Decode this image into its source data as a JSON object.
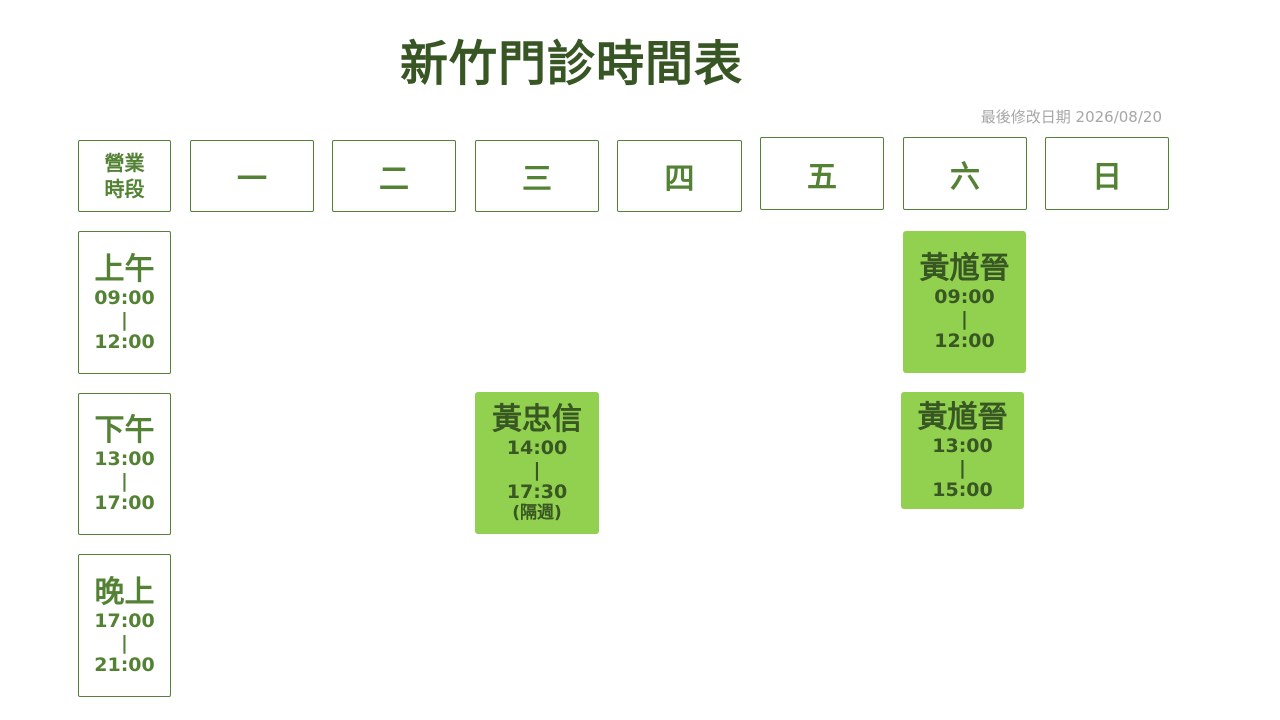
{
  "title": "新竹門診時間表",
  "last_updated": "最後修改日期 2026/08/20",
  "header": {
    "corner_line1": "營業",
    "corner_line2": "時段",
    "days": [
      "一",
      "二",
      "三",
      "四",
      "五",
      "六",
      "日"
    ]
  },
  "periods": [
    {
      "name": "上午",
      "start": "09:00",
      "sep": "|",
      "end": "12:00"
    },
    {
      "name": "下午",
      "start": "13:00",
      "sep": "|",
      "end": "17:00"
    },
    {
      "name": "晚上",
      "start": "17:00",
      "sep": "|",
      "end": "21:00"
    }
  ],
  "slots": [
    {
      "day": "六",
      "period": "上午",
      "doctor": "黃馗晉",
      "start": "09:00",
      "sep": "|",
      "end": "12:00",
      "note": ""
    },
    {
      "day": "三",
      "period": "下午",
      "doctor": "黃忠信",
      "start": "14:00",
      "sep": "|",
      "end": "17:30",
      "note": "(隔週)"
    },
    {
      "day": "六",
      "period": "下午",
      "doctor": "黃馗晉",
      "start": "13:00",
      "sep": "|",
      "end": "15:00",
      "note": ""
    }
  ],
  "colors": {
    "title": "#375623",
    "border": "#548235",
    "slot_fill": "#92d050",
    "slot_text": "#385723",
    "muted": "#a6a6a6"
  }
}
